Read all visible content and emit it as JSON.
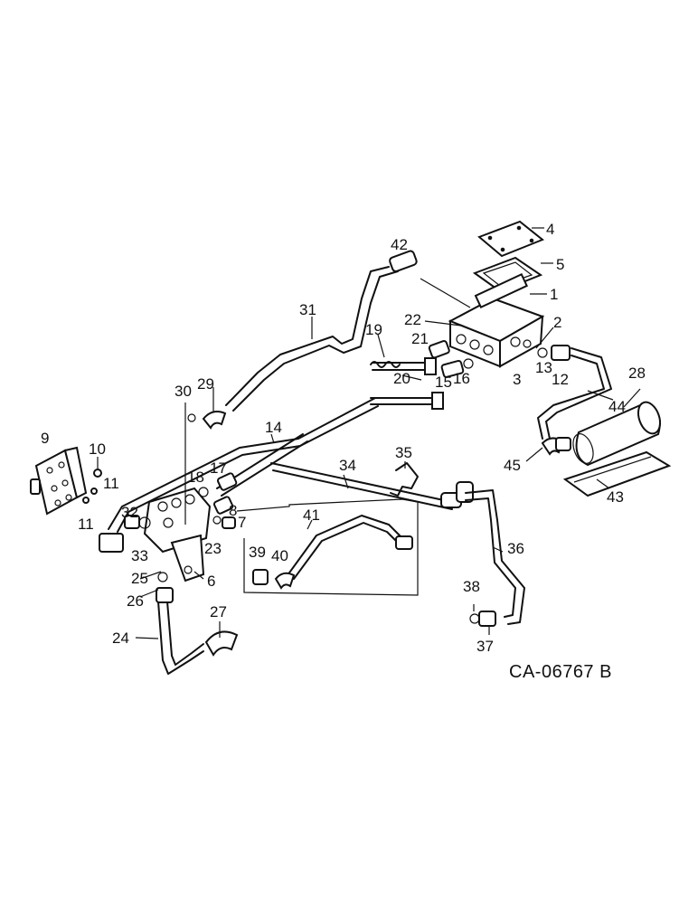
{
  "diagram": {
    "drawing_number": "CA-06767 B",
    "callouts": [
      "1",
      "2",
      "3",
      "4",
      "5",
      "6",
      "7",
      "8",
      "9",
      "10",
      "11",
      "11",
      "12",
      "13",
      "14",
      "15",
      "16",
      "17",
      "18",
      "19",
      "20",
      "21",
      "22",
      "23",
      "24",
      "25",
      "26",
      "27",
      "28",
      "29",
      "30",
      "31",
      "32",
      "33",
      "34",
      "35",
      "36",
      "37",
      "38",
      "39",
      "40",
      "41",
      "42",
      "43",
      "44",
      "45"
    ]
  }
}
